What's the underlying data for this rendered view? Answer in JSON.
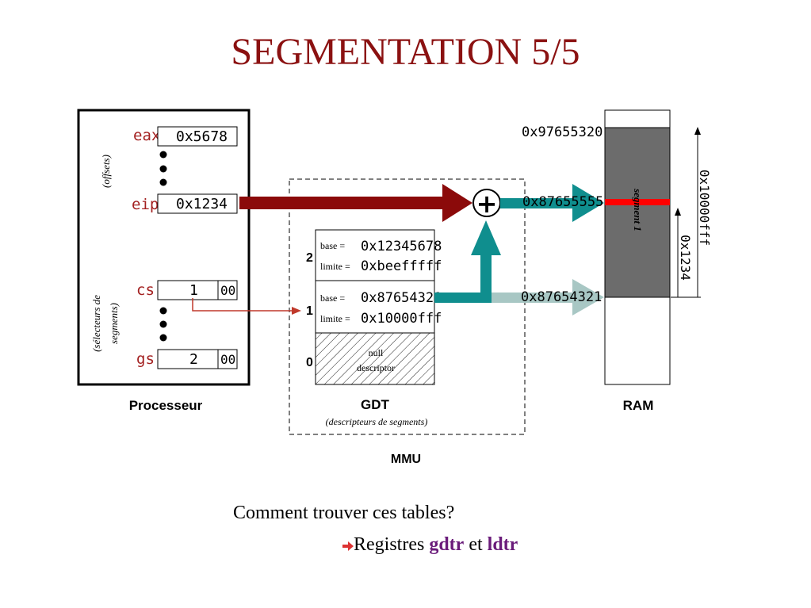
{
  "title": "SEGMENTATION 5/5",
  "processor": {
    "label": "Processeur",
    "offsets_label": "(offsets)",
    "selectors_label_1": "(sélecteurs de",
    "selectors_label_2": "segments)",
    "registers": [
      {
        "name": "eax",
        "value": "0x5678"
      },
      {
        "name": "eip",
        "value": "0x1234"
      },
      {
        "name": "cs",
        "value": "1",
        "flags": "00"
      },
      {
        "name": "gs",
        "value": "2",
        "flags": "00"
      }
    ]
  },
  "gdt": {
    "label": "GDT",
    "sublabel": "(descripteurs de segments)",
    "entries": [
      {
        "index": "2",
        "base_label": "base =",
        "base": "0x12345678",
        "limit_label": "limite =",
        "limit": "0xbeefffff"
      },
      {
        "index": "1",
        "base_label": "base =",
        "base": "0x87654321",
        "limit_label": "limite =",
        "limit": "0x10000fff"
      },
      {
        "index": "0",
        "null_1": "null",
        "null_2": "descriptor"
      }
    ]
  },
  "mmu": {
    "label": "MMU",
    "sum_symbol": "+",
    "sum_output": "0x87655555",
    "base_output": "0x87654321"
  },
  "ram": {
    "label": "RAM",
    "top_address": "0x97655320",
    "segment_label": "segment 1",
    "size_label": "0x10000fff",
    "offset_label": "0x1234"
  },
  "caption": {
    "line1": "Comment trouver ces tables?",
    "line2_prefix": "Registres",
    "reg1": "gdtr",
    "connector": "et",
    "reg2": "ldtr"
  },
  "colors": {
    "title": "#8b1111",
    "register_name": "#a32020",
    "eip_arrow": "#8b0a0a",
    "teal": "#0f8e8e",
    "teal_light": "#a8c7c4",
    "ram_segment": "#6c6c6c",
    "highlight": "#ff0000",
    "keyword": "#6a1b7a"
  }
}
